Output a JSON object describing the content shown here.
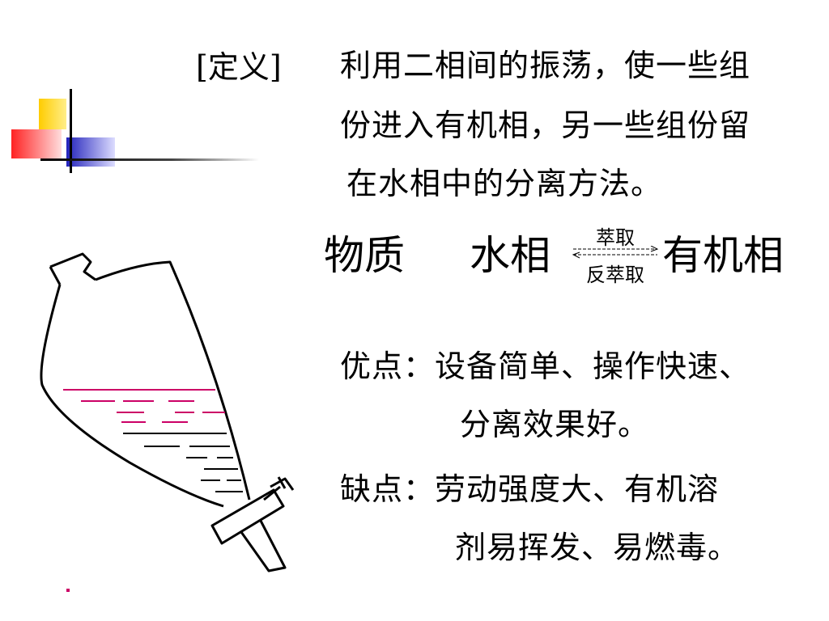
{
  "definition": {
    "label": "[定义]",
    "lines": [
      "利用二相间的振荡，使一些组",
      "份进入有机相，另一些组份留",
      "在水相中的分离方法。"
    ]
  },
  "equation": {
    "substance": "物质",
    "aqueous": "水相",
    "forward": "萃取",
    "reverse": "反萃取",
    "organic": "有机相"
  },
  "advantages": {
    "lines": [
      "优点：设备简单、操作快速、",
      "分离效果好。"
    ]
  },
  "disadvantages": {
    "lines": [
      "缺点：劳动强度大、有机溶",
      "剂易挥发、易燃毒。"
    ]
  },
  "colors": {
    "accent_yellow": "#ffcc00",
    "accent_red": "#ff3333",
    "accent_blue": "#3333cc",
    "liquid_upper": "#cc0066"
  }
}
